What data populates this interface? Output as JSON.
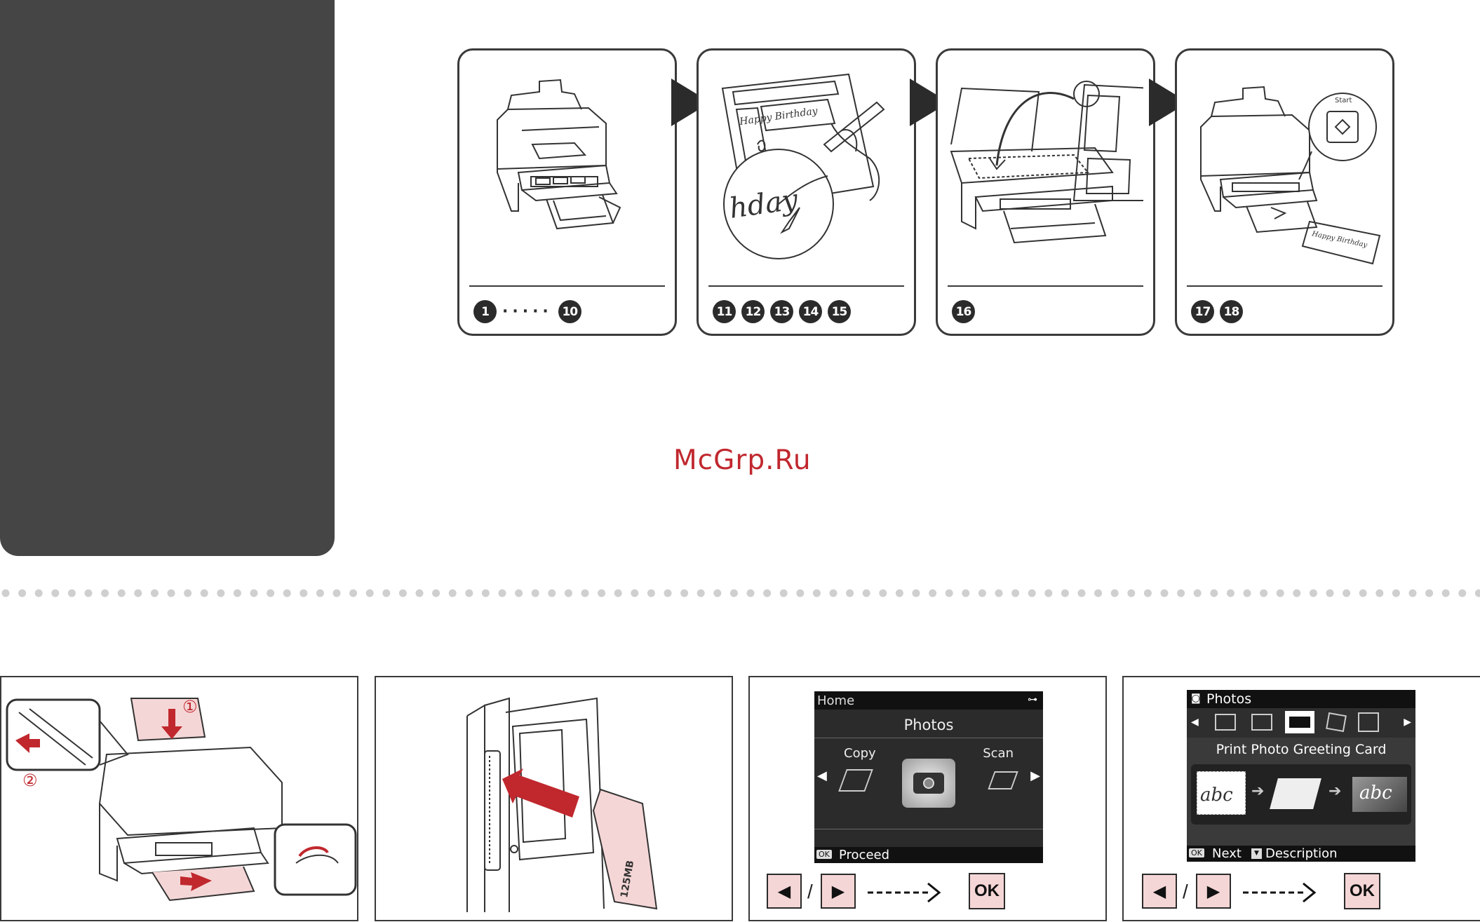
{
  "steps": [
    {
      "numbers": [
        "1",
        "10"
      ],
      "range": true
    },
    {
      "numbers": [
        "11",
        "12",
        "13",
        "14",
        "15"
      ],
      "range": false
    },
    {
      "numbers": [
        "16"
      ],
      "range": false
    },
    {
      "numbers": [
        "17",
        "18"
      ],
      "range": false
    }
  ],
  "step_labels": {
    "happy_birthday": "Happy Birthday",
    "hday": "hday",
    "start": "Start",
    "happy_birthday_small": "Happy Birthday"
  },
  "watermark": "McGrp.Ru",
  "panel1": {
    "callout1": "①",
    "callout2": "②"
  },
  "panel2": {
    "card_text": "125MB"
  },
  "panel3": {
    "header": "Home",
    "title": "Photos",
    "left_item": "Copy",
    "right_item": "Scan",
    "ok_label": "OK",
    "footer": "Proceed"
  },
  "panel4": {
    "header": "Photos",
    "title": "Print Photo Greeting Card",
    "ok_label": "OK",
    "next": "Next",
    "description": "Description"
  },
  "nav": {
    "slash": "/",
    "ok": "OK"
  },
  "colors": {
    "tab": "#454545",
    "accent": "#c0282e",
    "key_bg": "#f5d6d6"
  }
}
